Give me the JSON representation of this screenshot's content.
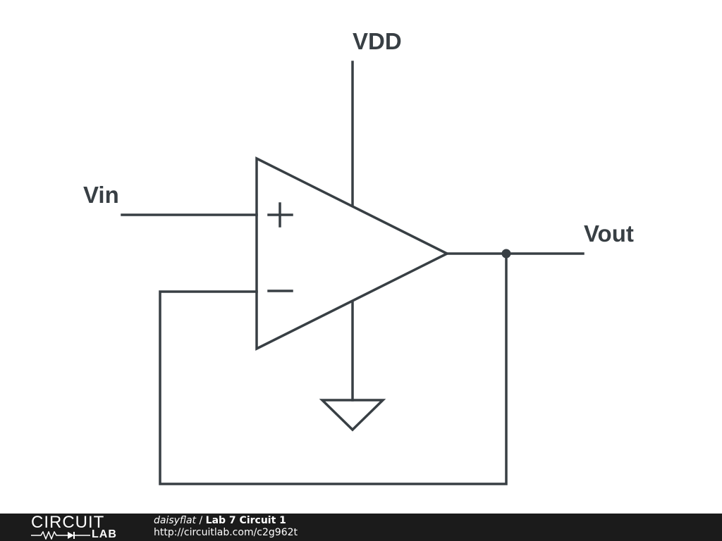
{
  "diagram": {
    "labels": {
      "vdd": "VDD",
      "vin": "Vin",
      "vout": "Vout",
      "plus": "+",
      "minus": "−"
    }
  },
  "footer": {
    "logo_top": "CIRCUIT",
    "logo_bottom": "LAB",
    "author": "daisyflat",
    "separator": " / ",
    "title": "Lab 7 Circuit 1",
    "url": "http://circuitlab.com/c2g962t"
  },
  "colors": {
    "ink": "#383f44",
    "footer_bg": "#1b1b1b"
  }
}
